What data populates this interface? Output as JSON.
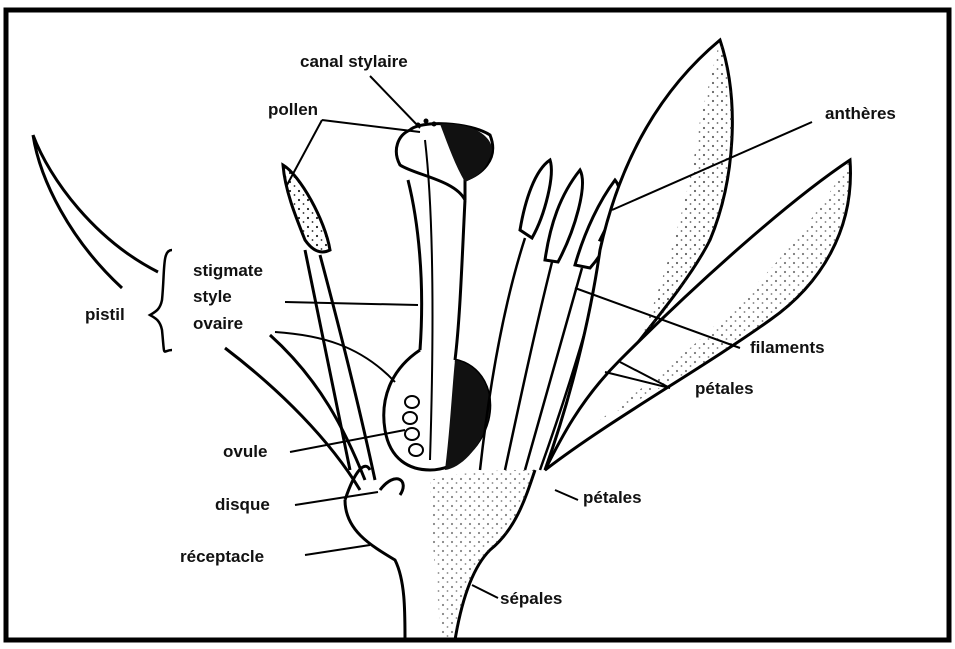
{
  "labels": {
    "canal_stylaire": "canal stylaire",
    "pollen": "pollen",
    "antheres": "anthères",
    "stigmate": "stigmate",
    "style": "style",
    "ovaire": "ovaire",
    "pistil": "pistil",
    "filaments": "filaments",
    "petales_upper": "pétales",
    "ovule": "ovule",
    "disque": "disque",
    "petales_lower": "pétales",
    "receptacle": "réceptacle",
    "sepales": "sépales"
  }
}
